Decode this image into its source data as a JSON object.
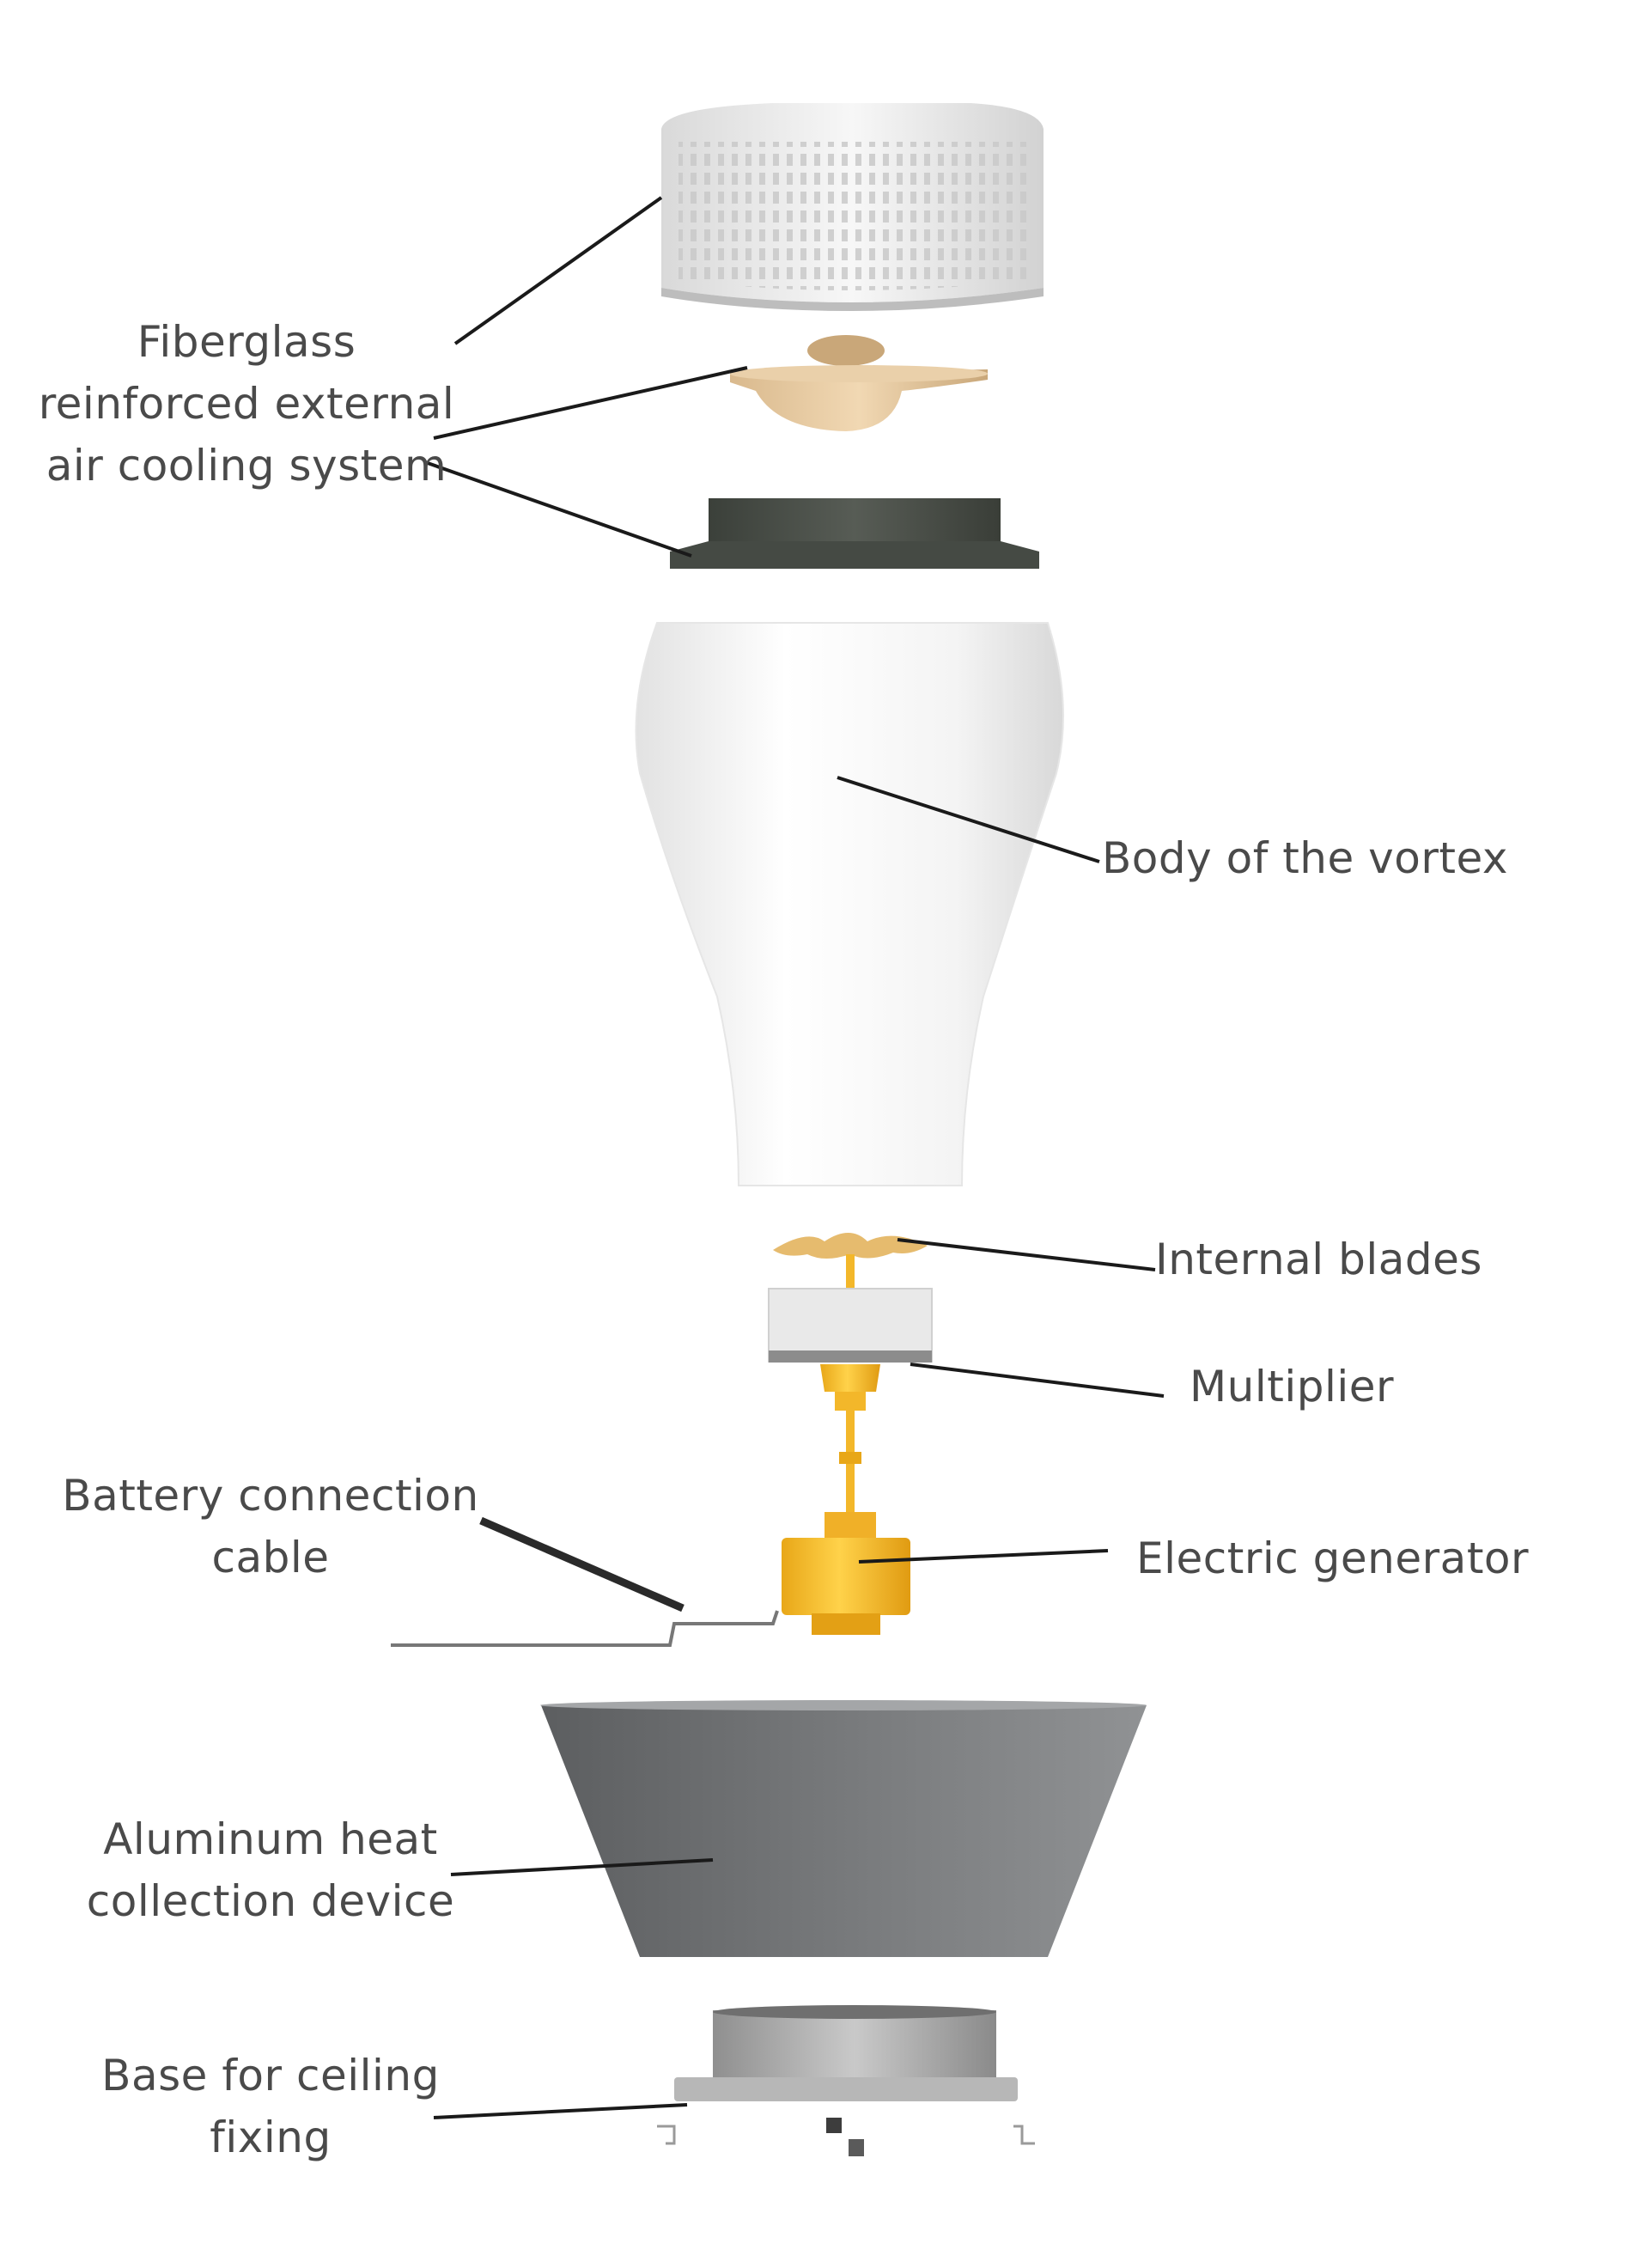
{
  "labels": {
    "cooling": [
      "Fiberglass",
      "reinforced external",
      "air cooling system"
    ],
    "body": "Body of the vortex",
    "blades": "Internal blades",
    "multiplier": "Multiplier",
    "generator": "Electric generator",
    "cable": [
      "Battery connection",
      "cable"
    ],
    "heat": [
      "Aluminum heat",
      "collection device"
    ],
    "base": [
      "Base for ceiling",
      "fixing"
    ]
  },
  "colors": {
    "label_text": "#4a4a4a",
    "leader_line": "#1a1a1a",
    "cap_white": "#f2f2f2",
    "disc_beige": "#e2c49a",
    "ring_dark": "#4b5049",
    "generator_yellow": "#f3b72a",
    "heat_collector_gray": "#707274",
    "base_silver": "#a8a8a8"
  }
}
